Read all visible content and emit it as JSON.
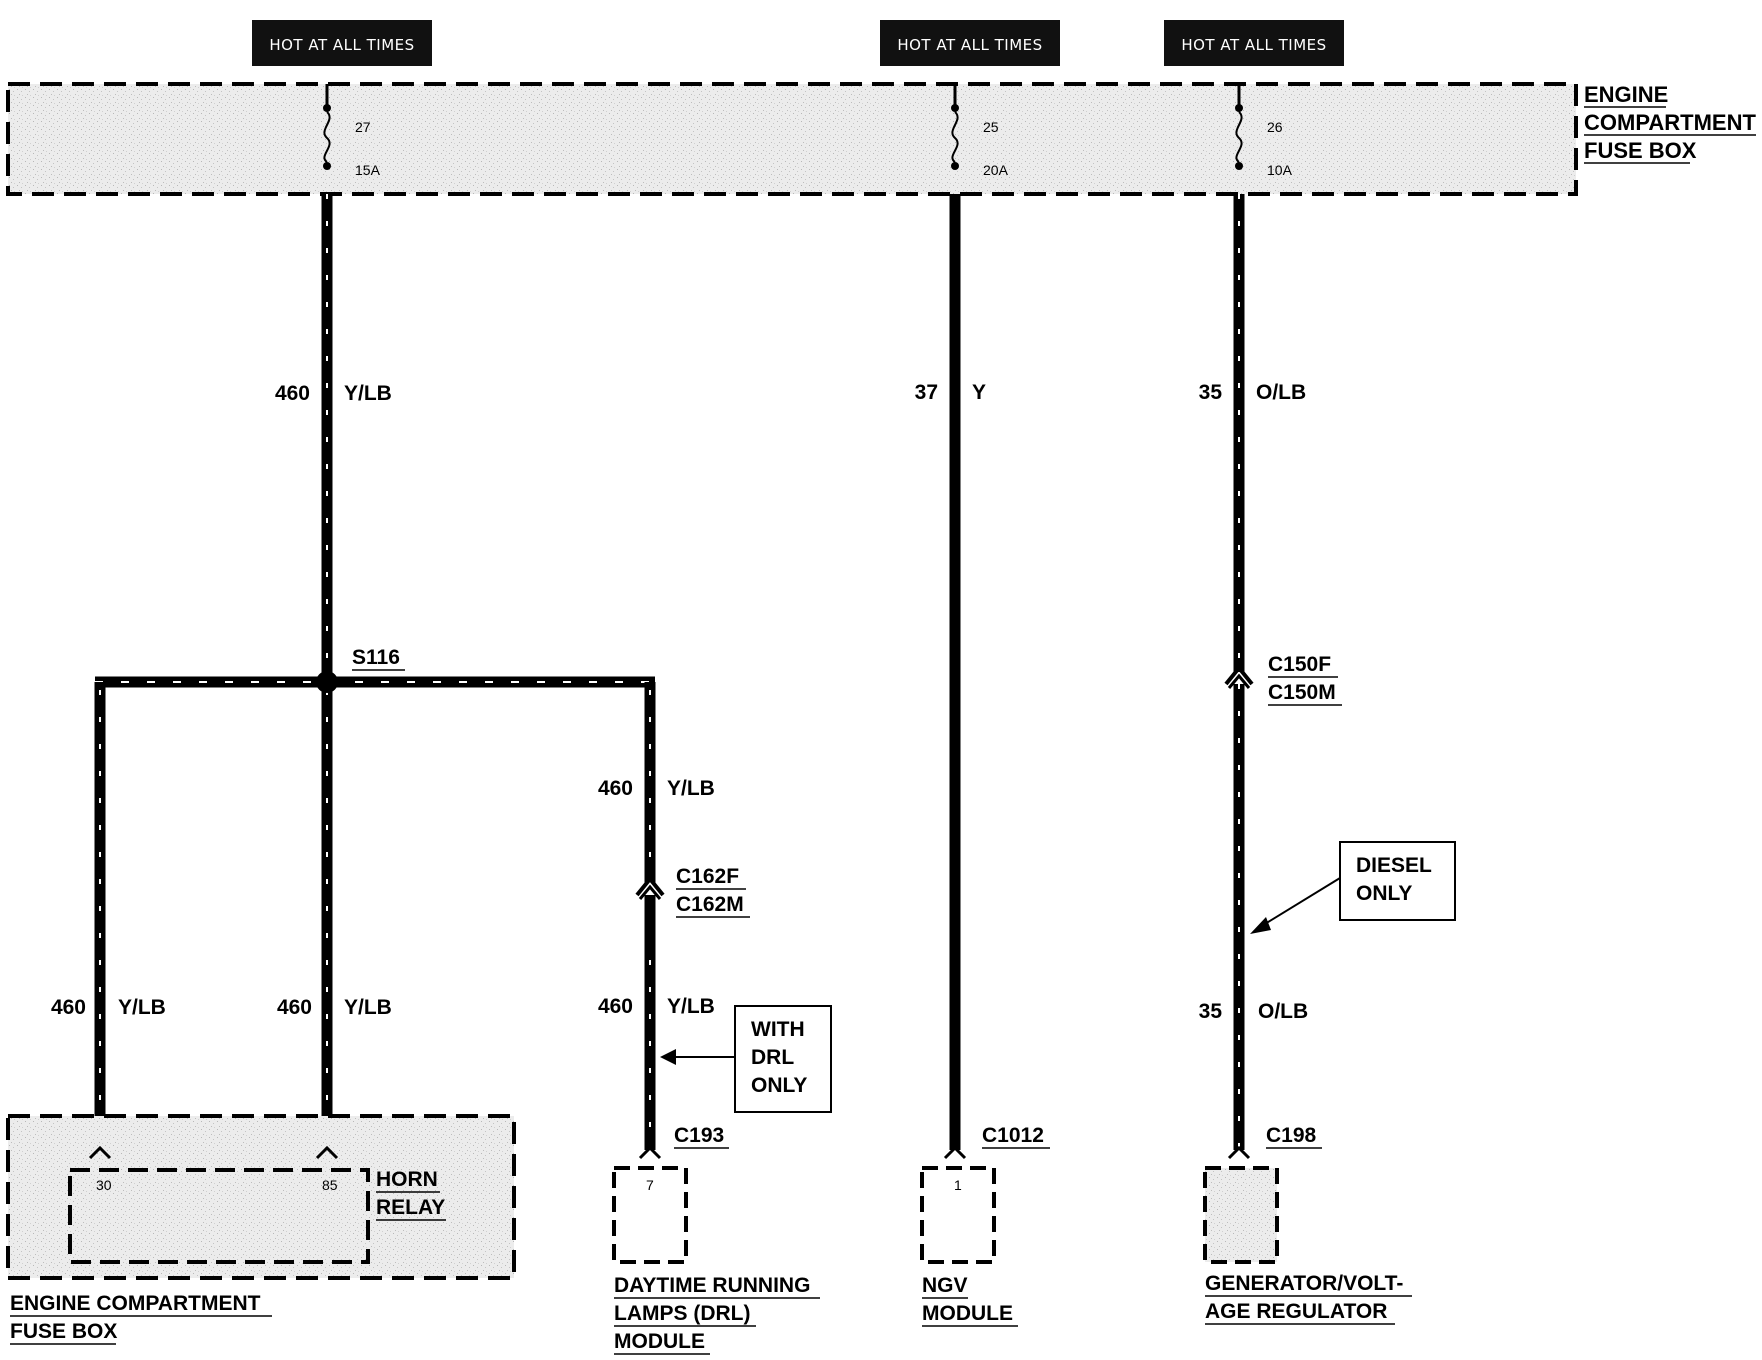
{
  "header_tags": [
    "HOT AT ALL TIMES",
    "HOT AT ALL TIMES",
    "HOT AT ALL TIMES"
  ],
  "fuse_box_top": {
    "label_lines": [
      "ENGINE",
      "COMPARTMENT",
      "FUSE BOX"
    ]
  },
  "fuses": [
    {
      "number": "27",
      "rating": "15A"
    },
    {
      "number": "25",
      "rating": "20A"
    },
    {
      "number": "26",
      "rating": "10A"
    }
  ],
  "wires": [
    {
      "circuit": "460",
      "color": "Y/LB"
    },
    {
      "circuit": "37",
      "color": "Y"
    },
    {
      "circuit": "35",
      "color": "O/LB"
    },
    {
      "circuit": "460",
      "color": "Y/LB"
    },
    {
      "circuit": "460",
      "color": "Y/LB"
    },
    {
      "circuit": "460",
      "color": "Y/LB"
    },
    {
      "circuit": "460",
      "color": "Y/LB"
    },
    {
      "circuit": "35",
      "color": "O/LB"
    }
  ],
  "splice": "S116",
  "connectors": {
    "c150": [
      "C150F",
      "C150M"
    ],
    "c162": [
      "C162F",
      "C162M"
    ],
    "c193": "C193",
    "c1012": "C1012",
    "c198": "C198"
  },
  "notes": {
    "diesel": [
      "DIESEL",
      "ONLY"
    ],
    "drl": [
      "WITH",
      "DRL",
      "ONLY"
    ]
  },
  "horn_relay": {
    "label_lines": [
      "HORN",
      "RELAY"
    ],
    "pins": [
      "30",
      "85"
    ]
  },
  "components": {
    "fuse_box_bottom": [
      "ENGINE COMPARTMENT",
      "FUSE BOX"
    ],
    "drl_module": [
      "DAYTIME RUNNING",
      "LAMPS (DRL)",
      "MODULE"
    ],
    "drl_pin": "7",
    "ngv_module": [
      "NGV",
      "MODULE"
    ],
    "ngv_pin": "1",
    "generator": [
      "GENERATOR/VOLT-",
      "AGE REGULATOR"
    ]
  }
}
